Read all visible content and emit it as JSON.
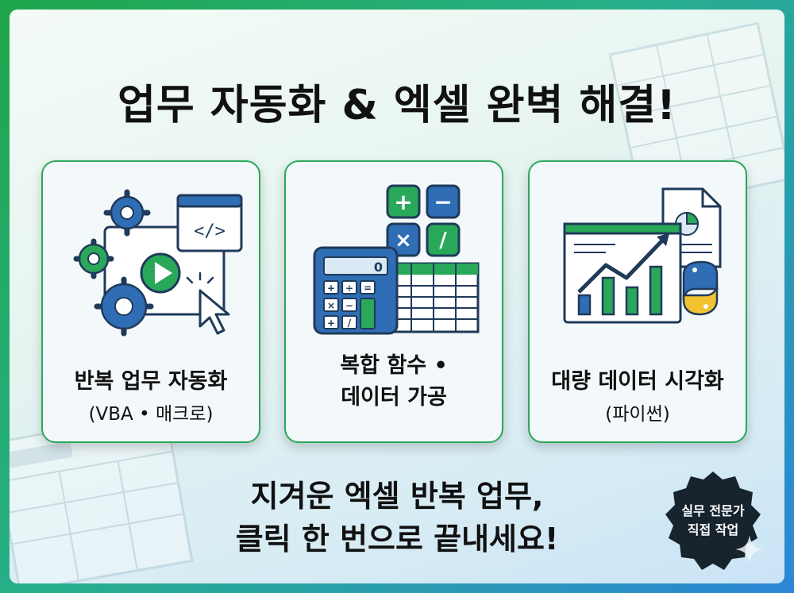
{
  "headline": "업무 자동화 & 엑셀 완벽 해결!",
  "cards": [
    {
      "title": "반복 업무 자동화",
      "subtitle": "(VBA • 매크로)",
      "icon": "automation-gears-play-icon"
    },
    {
      "title_line1": "복합 함수 •",
      "title_line2": "데이터 가공",
      "icon": "calculator-spreadsheet-icon"
    },
    {
      "title": "대량 데이터 시각화",
      "subtitle": "(파이썬)",
      "icon": "chart-python-icon"
    }
  ],
  "slogan": {
    "line1": "지겨운 엑셀 반복 업무,",
    "line2": "클릭 한 번으로 끝내세요!"
  },
  "badge": {
    "line1": "실무 전문가",
    "line2": "직접 작업"
  },
  "colors": {
    "green": "#2aa85a",
    "blue": "#2f6db5",
    "yellow": "#f2c230",
    "badge": "#17242e"
  }
}
